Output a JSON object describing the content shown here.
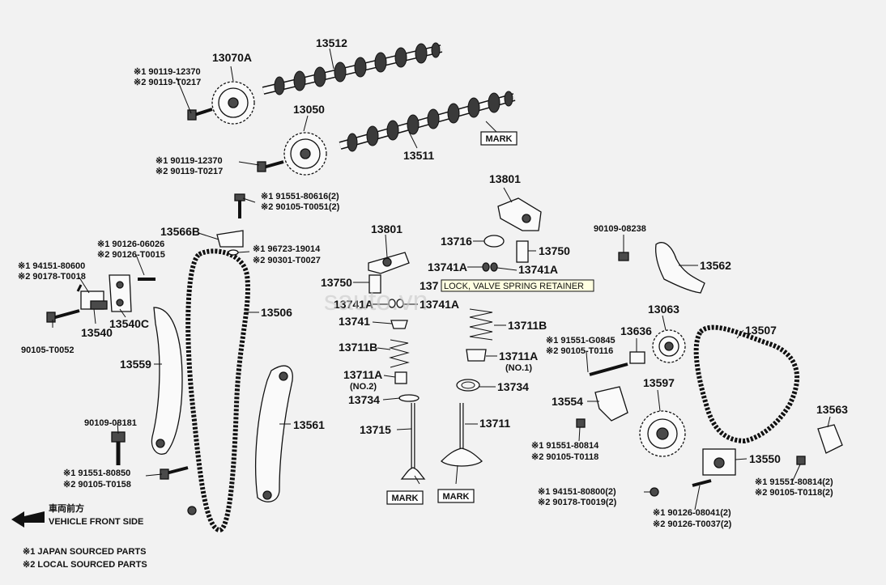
{
  "parts": {
    "p13070A": "13070A",
    "p13512": "13512",
    "p13050": "13050",
    "p13511": "13511",
    "p13801a": "13801",
    "p13801b": "13801",
    "p13566B": "13566B",
    "p13506": "13506",
    "p13540C": "13540C",
    "p13540": "13540",
    "p13559": "13559",
    "p13561": "13561",
    "p13716": "13716",
    "p13750a": "13750",
    "p13750b": "13750",
    "p13741Aa": "13741A",
    "p13741Ab": "13741A",
    "p13741Ac": "13741A",
    "p13741Ad": "13741A",
    "p1374x": "137",
    "p13741": "13741",
    "p13711Ba": "13711B",
    "p13711Bb": "13711B",
    "p13711Aa": "13711A",
    "p13711Ab": "13711A",
    "p13734a": "13734",
    "p13734b": "13734",
    "p13715": "13715",
    "p13711": "13711",
    "p13562": "13562",
    "p13063": "13063",
    "p13636": "13636",
    "p13507": "13507",
    "p13597": "13597",
    "p13554": "13554",
    "p13550": "13550",
    "p13563": "13563",
    "p90109_08238": "90109-08238",
    "p90109_08181": "90109-08181",
    "p90105_T0052": "90105-T0052"
  },
  "notes": {
    "no1": "(NO.1)",
    "no2": "(NO.2)"
  },
  "refs": {
    "r1a": "※1 90119-12370",
    "r1b": "※2 90119-T0217",
    "r2a": "※1 90119-12370",
    "r2b": "※2 90119-T0217",
    "r3a": "※1 91551-80616(2)",
    "r3b": "※2 90105-T0051(2)",
    "r4a": "※1 96723-19014",
    "r4b": "※2 90301-T0027",
    "r5a": "※1 90126-06026",
    "r5b": "※2 90126-T0015",
    "r6a": "※1 94151-80600",
    "r6b": "※2 90178-T0018",
    "r7a": "※1 91551-G0845",
    "r7b": "※2 90105-T0116",
    "r8a": "※1 91551-80814",
    "r8b": "※2 90105-T0118",
    "r9a": "※1 91551-80850",
    "r9b": "※2 90105-T0158",
    "r10a": "※1 94151-80800(2)",
    "r10b": "※2 90178-T0019(2)",
    "r11a": "※1 90126-08041(2)",
    "r11b": "※2 90126-T0037(2)",
    "r12a": "※1 91551-80814(2)",
    "r12b": "※2 90105-T0118(2)"
  },
  "marks": {
    "m1": "MARK",
    "m2": "MARK",
    "m3": "MARK"
  },
  "tooltip": "LOCK, VALVE SPRING RETAINER",
  "watermark": "sauto.vn",
  "direction": {
    "jp": "車両前方",
    "en": "VEHICLE FRONT SIDE"
  },
  "legend": {
    "l1": "※1 JAPAN SOURCED PARTS",
    "l2": "※2 LOCAL SOURCED PARTS"
  }
}
